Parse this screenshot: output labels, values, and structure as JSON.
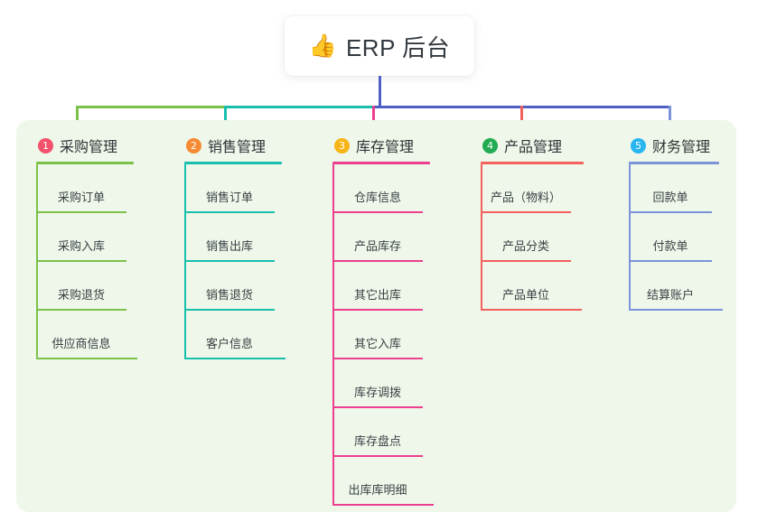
{
  "root": {
    "icon": "thumbs-up-icon",
    "emoji": "👍",
    "title": "ERP 后台"
  },
  "theme": {
    "page_bg": "#ffffff",
    "panel_bg": "#eef7e9",
    "node_bg": "#ffffff",
    "title_color": "#333a40",
    "item_color": "#3b4146"
  },
  "bus": {
    "segments": [
      {
        "name": "green",
        "color": "#7cc24a"
      },
      {
        "name": "teal",
        "color": "#19bfae"
      },
      {
        "name": "blue",
        "color": "#4f5fc4"
      }
    ],
    "stem_color": "#4f5fc4"
  },
  "columns": [
    {
      "number": "1",
      "title": "采购管理",
      "badge_color": "#f4516c",
      "line_color": "#7cc24a",
      "items": [
        "采购订单",
        "采购入库",
        "采购退货",
        "供应商信息"
      ]
    },
    {
      "number": "2",
      "title": "销售管理",
      "badge_color": "#f58a33",
      "line_color": "#19bfae",
      "items": [
        "销售订单",
        "销售出库",
        "销售退货",
        "客户信息"
      ]
    },
    {
      "number": "3",
      "title": "库存管理",
      "badge_color": "#f7b416",
      "line_color": "#ec3f8e",
      "items": [
        "仓库信息",
        "产品库存",
        "其它出库",
        "其它入库",
        "库存调拨",
        "库存盘点",
        "出库库明细"
      ]
    },
    {
      "number": "4",
      "title": "产品管理",
      "badge_color": "#22ab51",
      "line_color": "#f4605c",
      "items": [
        "产品（物料）",
        "产品分类",
        "产品单位"
      ]
    },
    {
      "number": "5",
      "title": "财务管理",
      "badge_color": "#29b6f0",
      "line_color": "#7b93d8",
      "items": [
        "回款单",
        "付款单",
        "结算账户"
      ]
    }
  ]
}
